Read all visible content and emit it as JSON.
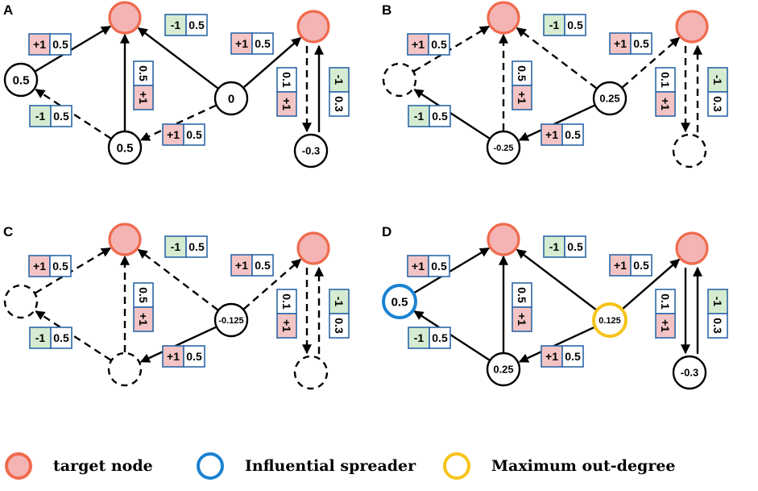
{
  "colors": {
    "target_fill": "#f4b4b4",
    "target_stroke": "#f06a4d",
    "influential": "#1a82d2",
    "max_out_degree": "#f6c41a",
    "plus_fill": "#f4c4c4",
    "minus_fill": "#d6ecd0",
    "box_border": "#2b67a8"
  },
  "edge_labels": {
    "plus": "+1",
    "minus": "-1"
  },
  "panels": [
    {
      "letter": "A",
      "nodes": {
        "n1": {
          "value": "0.5",
          "style": "solid"
        },
        "n2": {
          "value": "0.5",
          "style": "solid"
        },
        "n3": {
          "value": "0",
          "style": "solid"
        },
        "n4": {
          "value": "-0.3",
          "style": "solid"
        }
      },
      "edges": {
        "e1": {
          "style": "solid",
          "sign": "+1",
          "weight": "0.5"
        },
        "e2": {
          "style": "solid",
          "sign": "+1",
          "weight": "0.5"
        },
        "e3": {
          "style": "solid",
          "sign": "-1",
          "weight": "0.5"
        },
        "e4": {
          "style": "solid",
          "sign": "+1",
          "weight": "0.5"
        },
        "e5": {
          "style": "dashed",
          "sign": "-1",
          "weight": "0.5"
        },
        "e6": {
          "style": "dashed",
          "sign": "+1",
          "weight": "0.5"
        },
        "e7": {
          "style": "dashed",
          "sign": "+1",
          "weight": "0.1"
        },
        "e8": {
          "style": "solid",
          "sign": "-1",
          "weight": "0.3"
        }
      }
    },
    {
      "letter": "B",
      "nodes": {
        "n1": {
          "value": "",
          "style": "dashed"
        },
        "n2": {
          "value": "-0.25",
          "style": "solid"
        },
        "n3": {
          "value": "0.25",
          "style": "solid"
        },
        "n4": {
          "value": "",
          "style": "dashed"
        }
      },
      "edges": {
        "e1": {
          "style": "dashed",
          "sign": "+1",
          "weight": "0.5"
        },
        "e2": {
          "style": "dashed",
          "sign": "+1",
          "weight": "0.5"
        },
        "e3": {
          "style": "dashed",
          "sign": "-1",
          "weight": "0.5"
        },
        "e4": {
          "style": "dashed",
          "sign": "+1",
          "weight": "0.5"
        },
        "e5": {
          "style": "solid",
          "sign": "-1",
          "weight": "0.5"
        },
        "e6": {
          "style": "solid",
          "sign": "+1",
          "weight": "0.5"
        },
        "e7": {
          "style": "dashed",
          "sign": "+1",
          "weight": "0.1"
        },
        "e8": {
          "style": "dashed",
          "sign": "-1",
          "weight": "0.3"
        }
      }
    },
    {
      "letter": "C",
      "nodes": {
        "n1": {
          "value": "",
          "style": "dashed"
        },
        "n2": {
          "value": "",
          "style": "dashed"
        },
        "n3": {
          "value": "-0.125",
          "style": "solid"
        },
        "n4": {
          "value": "",
          "style": "dashed"
        }
      },
      "edges": {
        "e1": {
          "style": "dashed",
          "sign": "+1",
          "weight": "0.5"
        },
        "e2": {
          "style": "dashed",
          "sign": "+1",
          "weight": "0.5"
        },
        "e3": {
          "style": "dashed",
          "sign": "-1",
          "weight": "0.5"
        },
        "e4": {
          "style": "dashed",
          "sign": "+1",
          "weight": "0.5"
        },
        "e5": {
          "style": "dashed",
          "sign": "-1",
          "weight": "0.5"
        },
        "e6": {
          "style": "solid",
          "sign": "+1",
          "weight": "0.5"
        },
        "e7": {
          "style": "dashed",
          "sign": "+1",
          "weight": "0.1"
        },
        "e8": {
          "style": "dashed",
          "sign": "-1",
          "weight": "0.3"
        }
      }
    },
    {
      "letter": "D",
      "nodes": {
        "n1": {
          "value": "0.5",
          "style": "influential"
        },
        "n2": {
          "value": "0.25",
          "style": "solid"
        },
        "n3": {
          "value": "0.125",
          "style": "maxout"
        },
        "n4": {
          "value": "-0.3",
          "style": "solid"
        }
      },
      "edges": {
        "e1": {
          "style": "solid",
          "sign": "+1",
          "weight": "0.5"
        },
        "e2": {
          "style": "solid",
          "sign": "+1",
          "weight": "0.5"
        },
        "e3": {
          "style": "solid",
          "sign": "-1",
          "weight": "0.5"
        },
        "e4": {
          "style": "solid",
          "sign": "+1",
          "weight": "0.5"
        },
        "e5": {
          "style": "solid",
          "sign": "-1",
          "weight": "0.5"
        },
        "e6": {
          "style": "solid",
          "sign": "+1",
          "weight": "0.5"
        },
        "e7": {
          "style": "solid",
          "sign": "+1",
          "weight": "0.1"
        },
        "e8": {
          "style": "solid",
          "sign": "-1",
          "weight": "0.3"
        }
      }
    }
  ],
  "legend": {
    "target": "target node",
    "influential": "Influential spreader",
    "max_out": "Maximum out-degree"
  }
}
